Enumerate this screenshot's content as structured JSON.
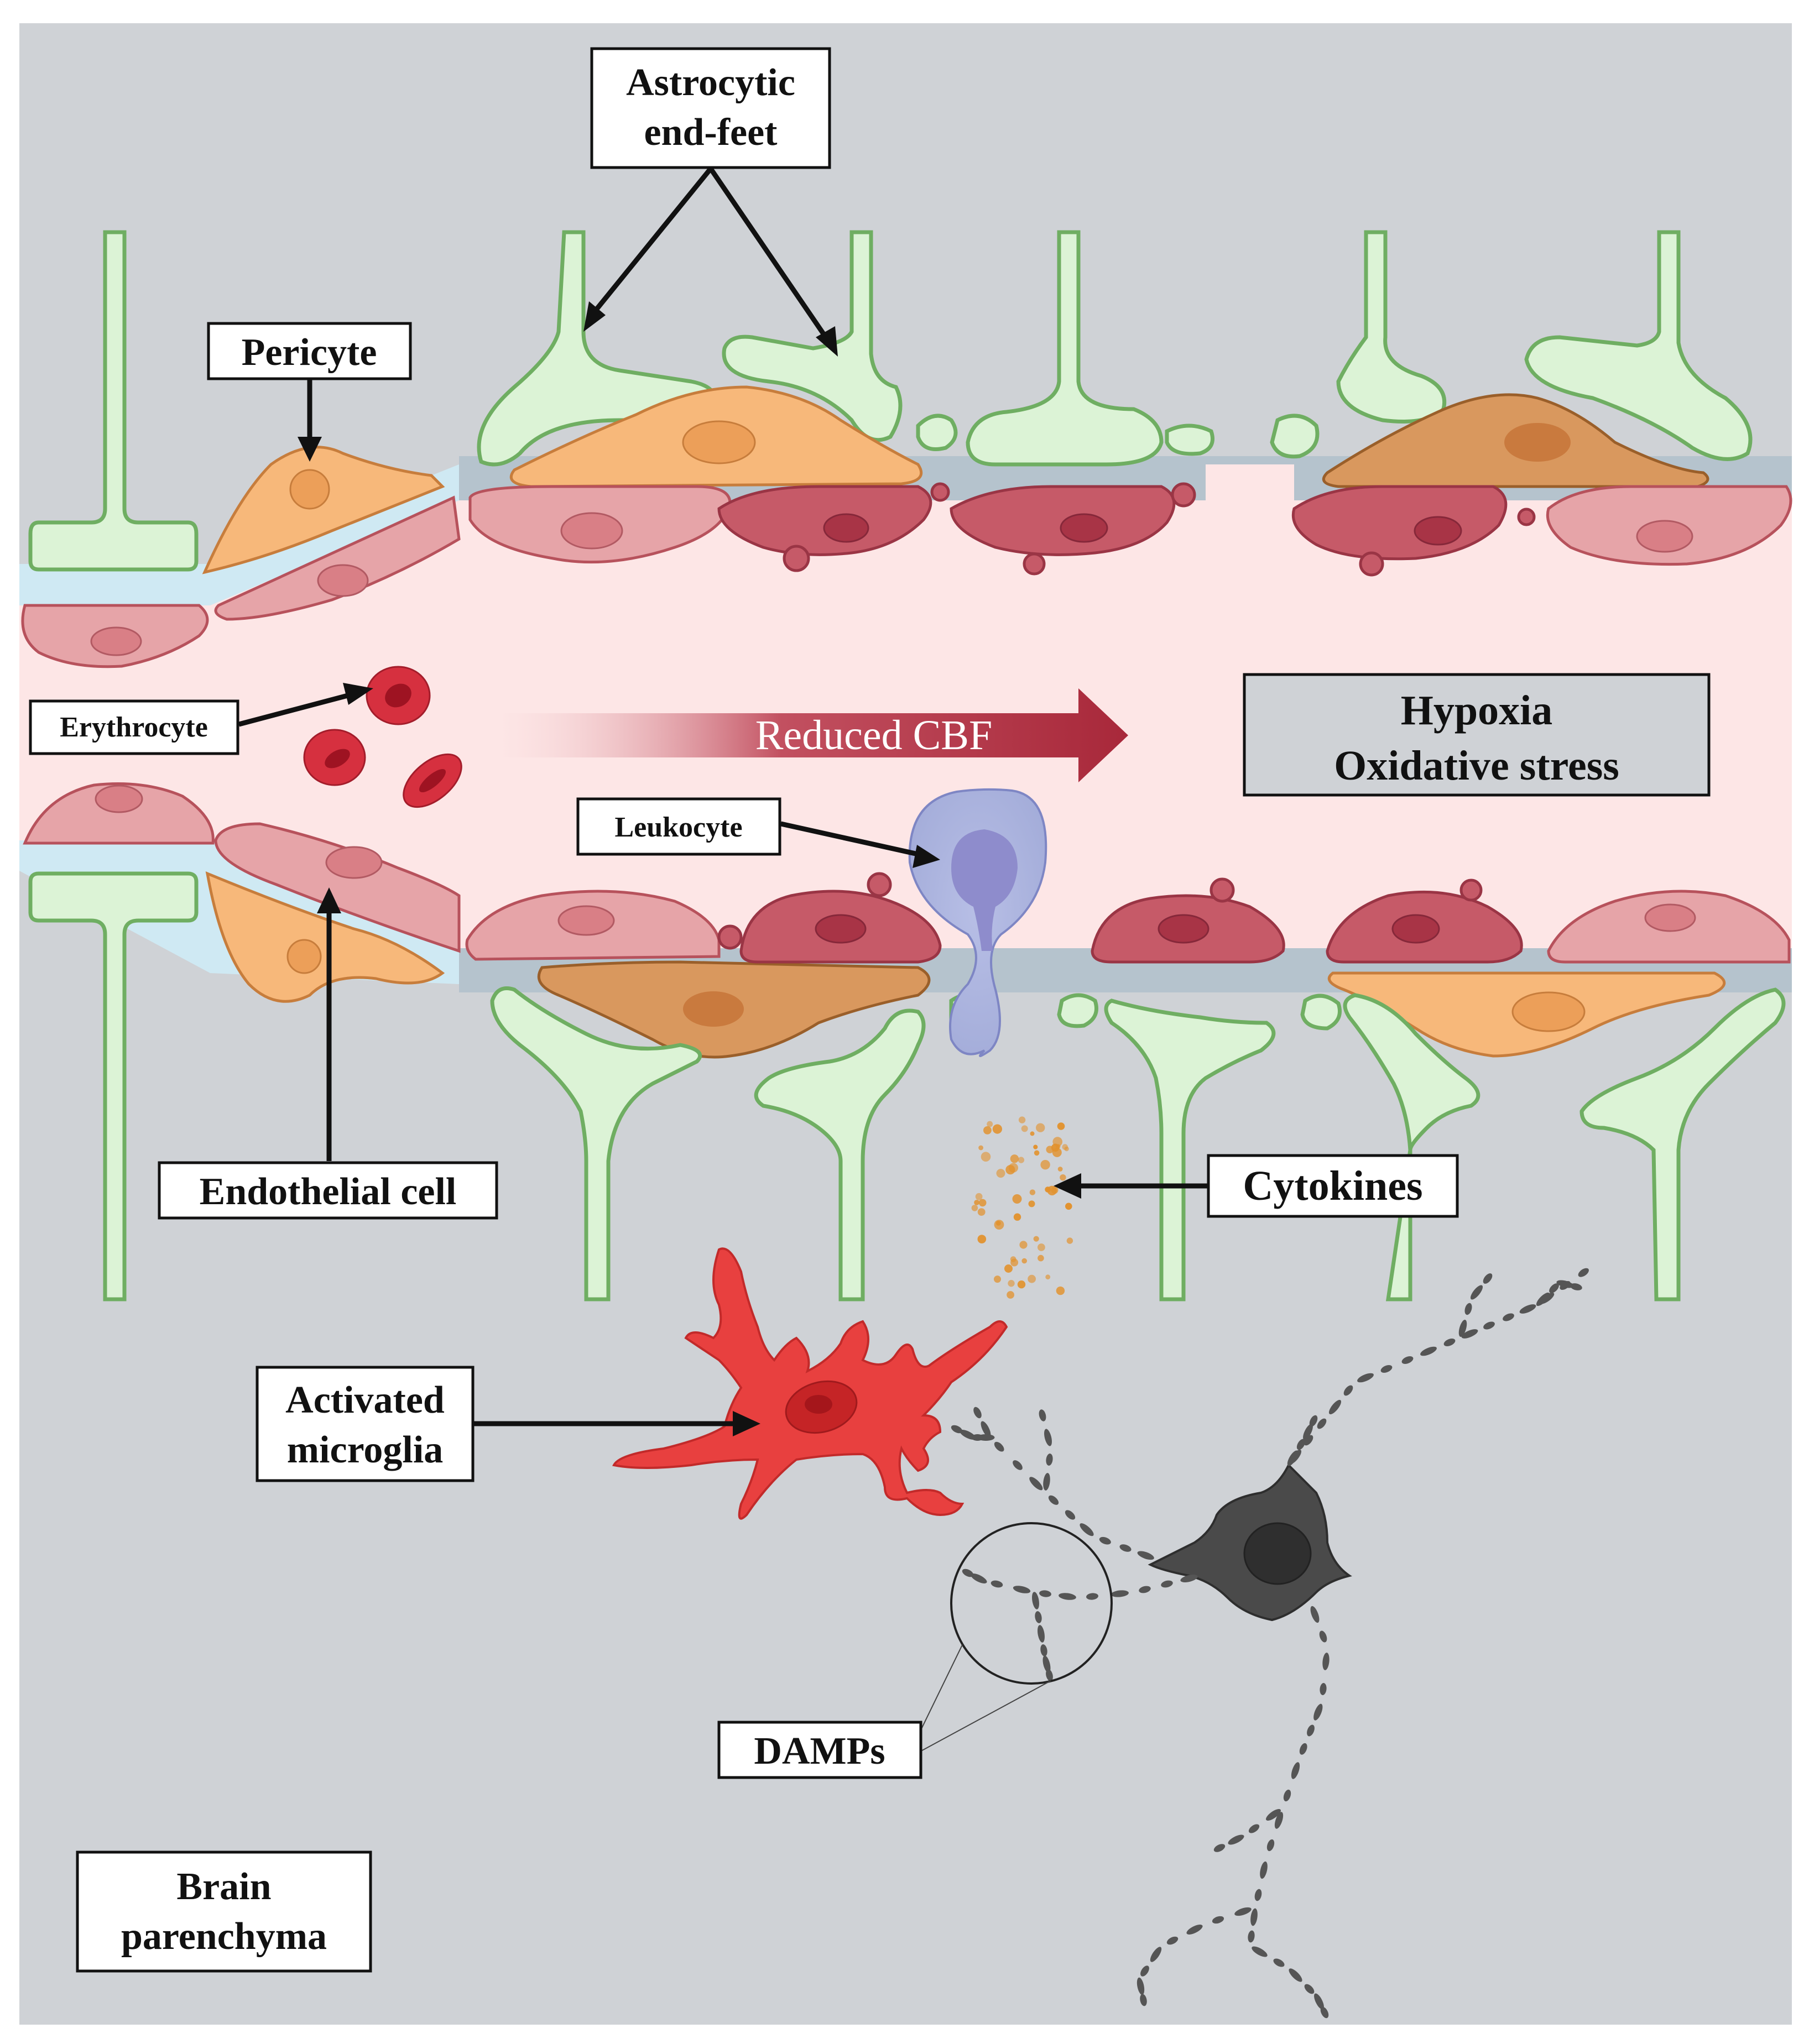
{
  "labels": {
    "astrocytic_end_feet_line1": "Astrocytic",
    "astrocytic_end_feet_line2": "end-feet",
    "pericyte": "Pericyte",
    "erythrocyte": "Erythrocyte",
    "reduced_cbf": "Reduced CBF",
    "hypoxia": "Hypoxia",
    "oxidative_stress": "Oxidative stress",
    "leukocyte": "Leukocyte",
    "endothelial_cell": "Endothelial cell",
    "cytokines": "Cytokines",
    "activated_microglia_line1": "Activated",
    "activated_microglia_line2": "microglia",
    "damps": "DAMPs",
    "brain_parenchyma_line1": "Brain",
    "brain_parenchyma_line2": "parenchyma"
  },
  "colors": {
    "background": "#cfd2d6",
    "vessel_lumen": "#fde6e6",
    "astrocyte": "#dcf3d6",
    "endothelium": "#e6a4a8",
    "damaged_endothelium": "#c65a68",
    "pericyte": "#f7b87a",
    "erythrocyte": "#d6303f",
    "leukocyte": "#9fa8dc",
    "microglia": "#e8403f",
    "neuron": "#4a4a4a",
    "cytokine": "#e2922e",
    "cbf_arrow": "#a8283a"
  }
}
